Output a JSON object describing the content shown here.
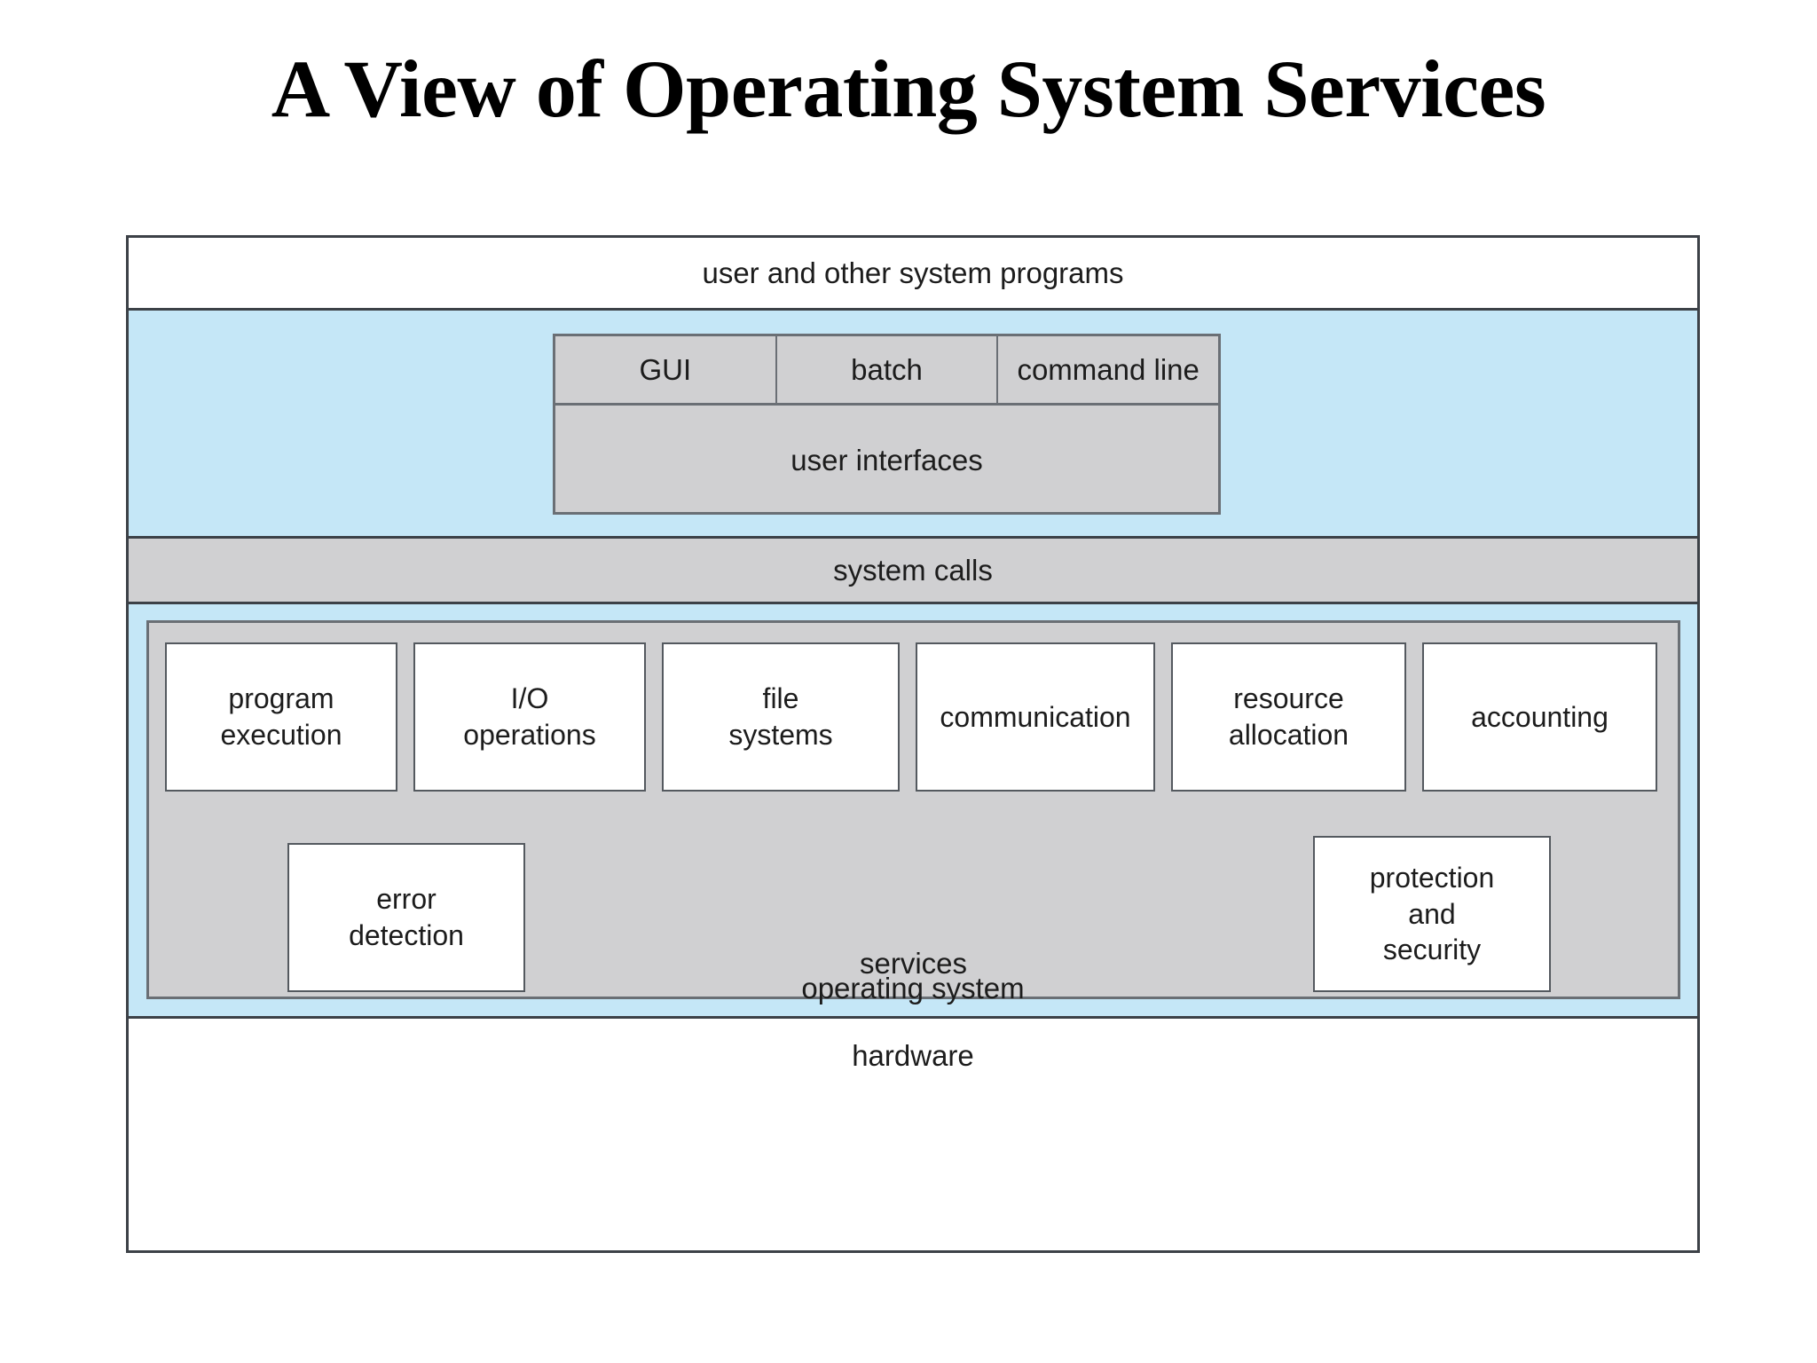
{
  "slide": {
    "title": "A View of Operating System Services"
  },
  "diagram": {
    "layers": {
      "user_programs": "user and other system programs",
      "system_calls": "system calls",
      "operating_system": "operating system",
      "hardware": "hardware",
      "services_caption": "services"
    },
    "user_interfaces": {
      "label": "user interfaces",
      "modes": [
        {
          "label": "GUI"
        },
        {
          "label": "batch"
        },
        {
          "label": "command line"
        }
      ]
    },
    "services": {
      "row_top": [
        {
          "label": "program\nexecution",
          "line1": "program",
          "line2": "execution"
        },
        {
          "label": "I/O\noperations",
          "line1": "I/O",
          "line2": "operations"
        },
        {
          "label": "file\nsystems",
          "line1": "file",
          "line2": "systems"
        },
        {
          "label": "communication",
          "line1": "communication",
          "line2": ""
        },
        {
          "label": "resource\nallocation",
          "line1": "resource",
          "line2": "allocation"
        },
        {
          "label": "accounting",
          "line1": "accounting",
          "line2": ""
        }
      ],
      "error_detection": {
        "line1": "error",
        "line2": "detection"
      },
      "protection_security": {
        "line1": "protection",
        "line2": "and",
        "line3": "security"
      }
    }
  },
  "colors": {
    "band_blue": "#c5e7f7",
    "band_gray": "#d0d0d2",
    "frame_stroke": "#3c4147",
    "box_stroke": "#54595f",
    "text": "#1c1c1c"
  }
}
